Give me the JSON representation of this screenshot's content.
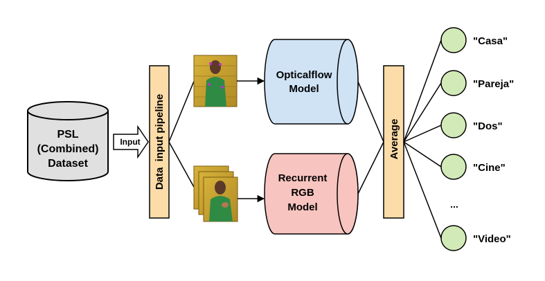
{
  "dataset": {
    "line1": "PSL",
    "line2": "(Combined)",
    "line3": "Dataset",
    "fill": "#e0e0e0"
  },
  "input_label": "Input",
  "pipeline_label": "Data  input pipeline",
  "models": {
    "opticalflow": {
      "line1": "Opticalflow",
      "line2": "Model",
      "fill": "#cfe3f5"
    },
    "recurrent": {
      "line1": "Recurrent",
      "line2": "RGB",
      "line3": "Model",
      "fill": "#f8c4c0"
    }
  },
  "average_label": "Average",
  "bar_fill": "#fcdca8",
  "output_node_fill": "#d2eab7",
  "outputs": [
    "\"Casa\"",
    "\"Pareja\"",
    "\"Dos\"",
    "\"Cine\"",
    "\"Video\""
  ],
  "ellipsis": "..."
}
